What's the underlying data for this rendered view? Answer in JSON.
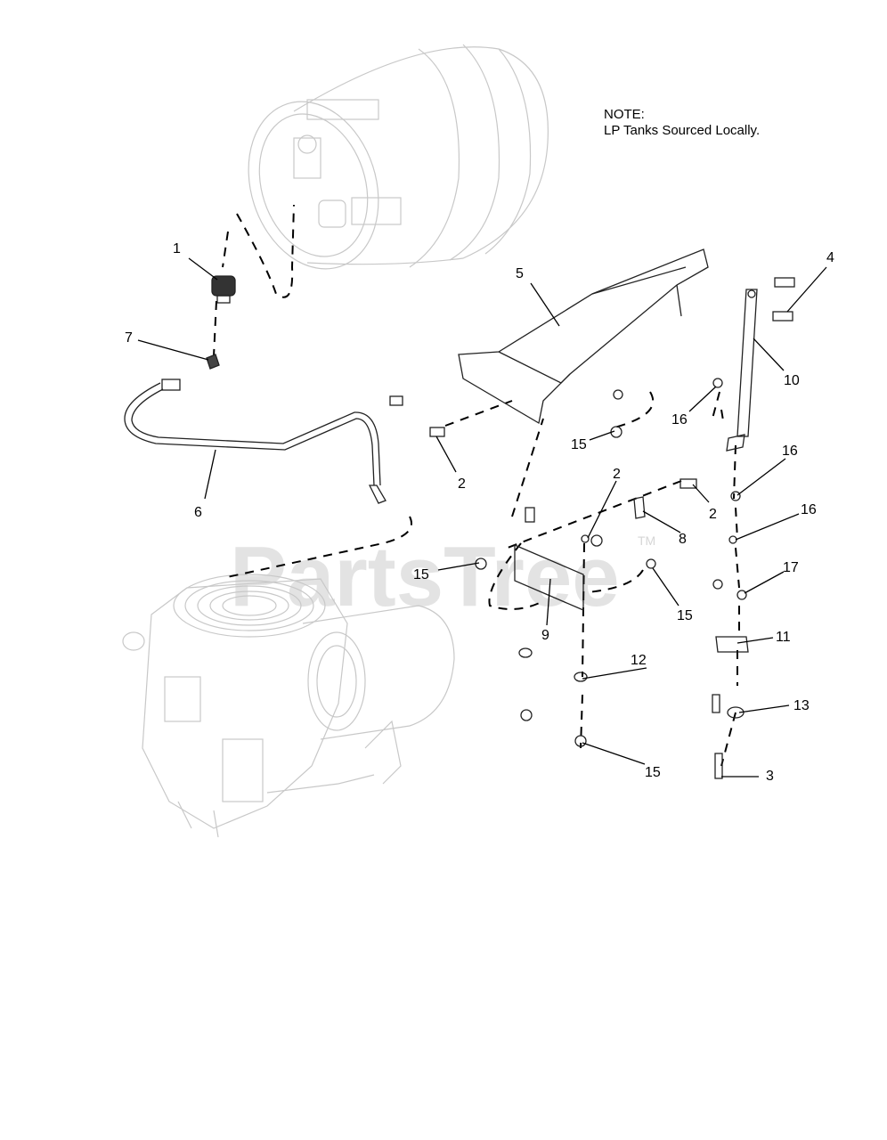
{
  "note": {
    "heading": "NOTE:",
    "text": "LP Tanks Sourced Locally."
  },
  "watermark": {
    "brand": "PartsTree",
    "trademark": "TM"
  },
  "callouts": [
    {
      "id": "c1",
      "number": "1"
    },
    {
      "id": "c7",
      "number": "7"
    },
    {
      "id": "c6",
      "number": "6"
    },
    {
      "id": "c5",
      "number": "5"
    },
    {
      "id": "c4",
      "number": "4"
    },
    {
      "id": "c10",
      "number": "10"
    },
    {
      "id": "c16a",
      "number": "16"
    },
    {
      "id": "c15a",
      "number": "15"
    },
    {
      "id": "c2a",
      "number": "2"
    },
    {
      "id": "c2b",
      "number": "2"
    },
    {
      "id": "c2c",
      "number": "2"
    },
    {
      "id": "c8",
      "number": "8"
    },
    {
      "id": "c15b",
      "number": "15"
    },
    {
      "id": "c15c",
      "number": "15"
    },
    {
      "id": "c9",
      "number": "9"
    },
    {
      "id": "c12",
      "number": "12"
    },
    {
      "id": "c15d",
      "number": "15"
    },
    {
      "id": "c16b",
      "number": "16"
    },
    {
      "id": "c16c",
      "number": "16"
    },
    {
      "id": "c17",
      "number": "17"
    },
    {
      "id": "c11",
      "number": "11"
    },
    {
      "id": "c13",
      "number": "13"
    },
    {
      "id": "c3",
      "number": "3"
    }
  ]
}
